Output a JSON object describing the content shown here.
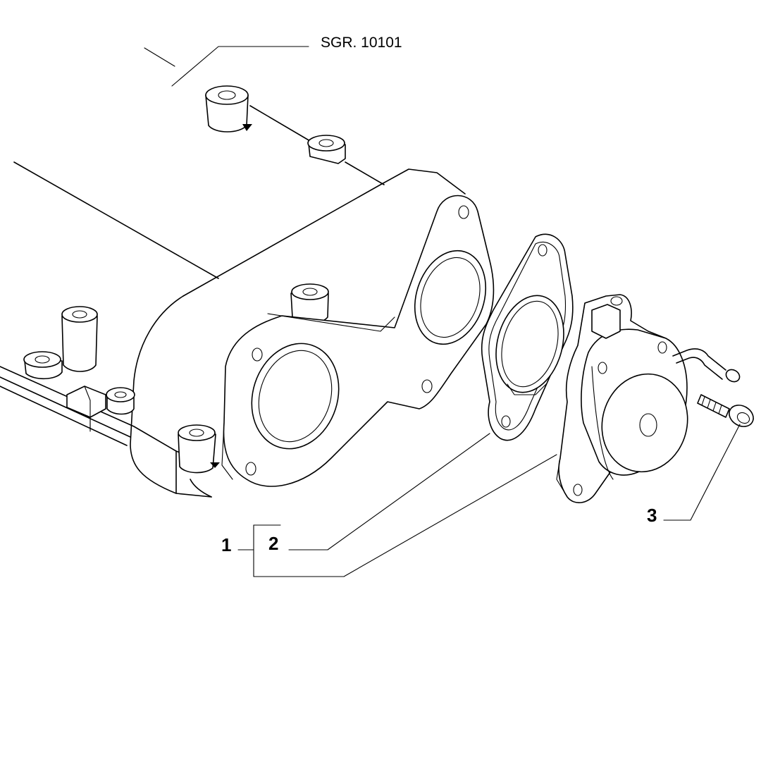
{
  "diagram": {
    "reference": "SGR. 10101",
    "callouts": {
      "item_1": "1",
      "item_2": "2",
      "item_3": "3"
    },
    "line_color": "#000000",
    "background": "#ffffff"
  }
}
